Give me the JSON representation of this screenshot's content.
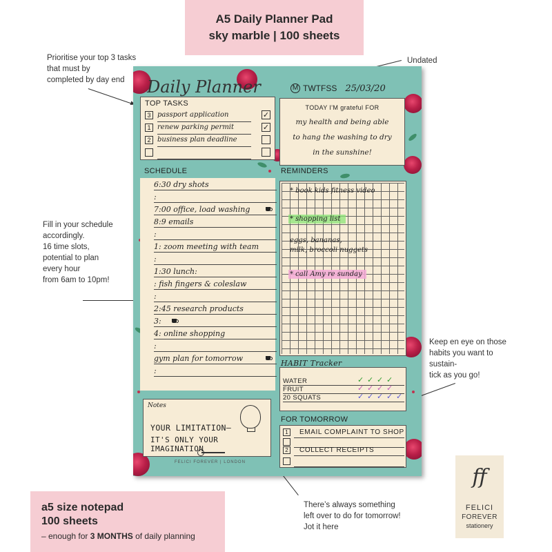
{
  "banner_top": {
    "line1": "A5 Daily Planner Pad",
    "line2": "sky marble | 100 sheets"
  },
  "banner_bottom": {
    "line1": "a5 size notepad",
    "line2": "100 sheets",
    "line3_pre": "– enough for ",
    "line3_bold": "3 MONTHS",
    "line3_post": " of daily planning"
  },
  "annotations": {
    "top_tasks": [
      "Prioritise your top 3 tasks",
      "that must by",
      "completed by day end"
    ],
    "undated": "Undated",
    "schedule": [
      "Fill in your schedule",
      "accordingly.",
      "16  time slots,",
      "potential to plan",
      "every hour",
      "from 6am to 10pm!"
    ],
    "habits": [
      "Keep en eye on those",
      "habits you want to",
      "sustain-",
      "tick as you go!"
    ],
    "tomorrow": [
      "There’s always something",
      "left over to do for tomorrow!",
      "Jot it here"
    ]
  },
  "planner": {
    "title": "Daily Planner",
    "day_circle": "M",
    "days": "TWTFSS",
    "date": "25/03/20",
    "top_tasks": {
      "heading": "TOP TASKS",
      "items": [
        {
          "num": "3",
          "text": "passport application",
          "check": "✓"
        },
        {
          "num": "1",
          "text": "renew parking permit",
          "check": "✓"
        },
        {
          "num": "2",
          "text": "business plan deadline",
          "check": ""
        },
        {
          "num": "",
          "text": "",
          "check": ""
        }
      ]
    },
    "grateful": {
      "heading": "TODAY I'M grateful FOR",
      "lines": [
        "my health and being able",
        "to hang the washing to dry",
        "in the sunshine!"
      ]
    },
    "schedule": {
      "heading": "SCHEDULE",
      "rows": [
        "6:30 dry shots",
        ":",
        "7:00 office, load washing",
        "8:9 emails",
        ":",
        "1: zoom meeting with team",
        ":",
        "1:30 lunch:",
        "  : fish fingers & coleslaw",
        ":",
        "2:45 research products",
        "3:",
        "4: online shopping",
        ":",
        "  gym plan for tomorrow",
        ":"
      ]
    },
    "reminders": {
      "heading": "REMINDERS",
      "notes": [
        "* book kids fitness video",
        "* shopping list",
        "eggs, bananas,",
        "milk, broccoli nuggets",
        "* call Amy re sunday"
      ]
    },
    "habit_tracker": {
      "heading": "HABIT Tracker",
      "rows": [
        {
          "label": "WATER",
          "ticks": 4,
          "color": "#2e9d2e"
        },
        {
          "label": "FRUIT",
          "ticks": 4,
          "color": "#c556b8"
        },
        {
          "label": "20 SQUATS",
          "ticks": 5,
          "color": "#5a58d8"
        }
      ]
    },
    "notes": {
      "heading": "Notes",
      "quote1": "YOUR LIMITATION—",
      "quote2": "IT'S ONLY YOUR IMAGINATION"
    },
    "brand_footer": "FELICI FOREVER | LONDON",
    "for_tomorrow": {
      "heading": "FOR TOMORROW",
      "items": [
        {
          "num": "1",
          "text": "EMAIL COMPLAINT TO SHOP"
        },
        {
          "num": "",
          "text": ""
        },
        {
          "num": "2",
          "text": "COLLECT RECEIPTS"
        },
        {
          "num": "",
          "text": ""
        }
      ]
    }
  },
  "logo": {
    "mark": "ff",
    "line1": "FELICI",
    "line2": "FOREVER",
    "line3": "stationery"
  },
  "colors": {
    "banner": "#f6cdd3",
    "planner_bg": "#7fc1b5",
    "panel": "#f7ecd6",
    "rose": "#b91f48"
  }
}
